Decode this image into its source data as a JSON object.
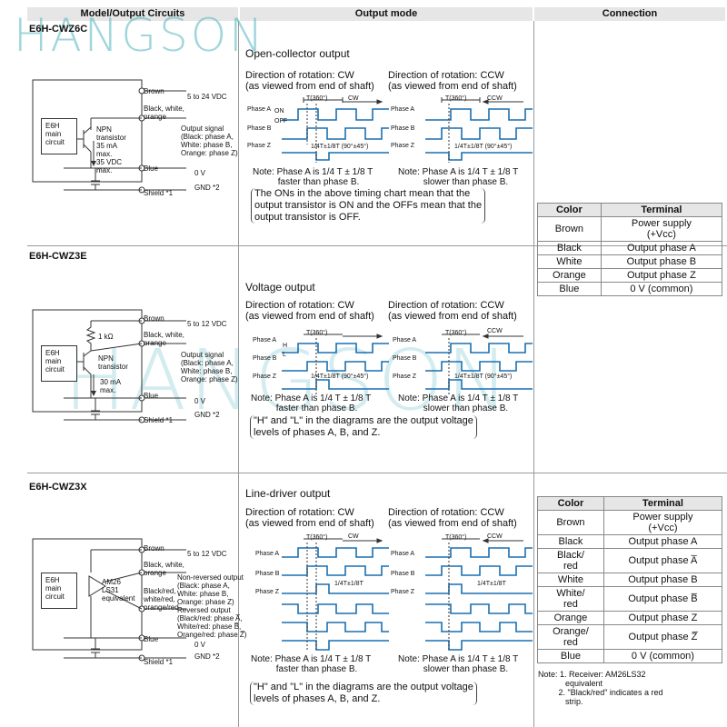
{
  "header": {
    "col1": "Model/Output Circuits",
    "col2": "Output mode",
    "col3": "Connection"
  },
  "watermark": "HANGSON",
  "common": {
    "dir_cw": "Direction of rotation: CW\n(as viewed from end of shaft)",
    "dir_ccw": "Direction of rotation: CCW\n(as viewed from end of shaft)",
    "note_cw": "Note: Phase A is 1/4 T ± 1/8 T\n          faster than phase B.",
    "note_ccw": "Note: Phase A is 1/4 T ± 1/8 T\n          slower than phase B.",
    "t360": "T(360°)",
    "cw": "CW",
    "ccw": "CCW",
    "quarter": "1/4T±1/8T (90°±45°)",
    "quarter_short": "1/4T±1/8T",
    "main_circuit": "E6H\nmain\ncircuit",
    "brown": "Brown",
    "blue": "Blue",
    "zero_v": "0 V",
    "gnd": "GND *2",
    "shield": "Shield *1",
    "bwo": "Black, white,\norange",
    "output_signal": "Output signal\n(Black: phase A,\nWhite: phase B,\nOrange: phase Z)"
  },
  "sections": [
    {
      "model": "E6H-CWZ6C",
      "mode": "Open-collector output",
      "supply": "5 to 24 VDC",
      "transistor": "NPN\ntransistor\n35 mA\nmax.\n35 VDC\nmax.",
      "phase_a": "Phase A",
      "phase_b": "Phase B",
      "phase_z": "Phase Z",
      "on": "ON",
      "off": "OFF",
      "explanation": "The ONs in the above timing chart mean that the\noutput transistor is ON and the OFFs mean that the\noutput transistor is OFF."
    },
    {
      "model": "E6H-CWZ3E",
      "mode": "Voltage output",
      "supply": "5 to 12 VDC",
      "resistor": "1 kΩ",
      "transistor": "NPN\ntransistor",
      "max_current": "30 mA\nmax.",
      "h": "H",
      "l": "L",
      "explanation": "\"H\" and \"L\" in the diagrams are the output voltage\nlevels of phases A, B, and Z."
    },
    {
      "model": "E6H-CWZ3X",
      "mode": "Line-driver output",
      "supply": "5 to 12 VDC",
      "driver": "AM26\nLS31\nequivalent",
      "non_reversed": "Non-reversed output\n(Black: phase A,\nWhite: phase B,\nOrange: phase Z)",
      "reversed_colors": "Black/red,\nwhite/red,\norange/red",
      "reversed": "Reversed output\n(Black/red: phase A̅,\nWhite/red: phase B̅,\nOrange/red: phase Z̅)",
      "explanation": "\"H\" and \"L\" in the diagrams are the output voltage\nlevels of phases A, B, and Z."
    }
  ],
  "table1": {
    "headers": [
      "Color",
      "Terminal"
    ],
    "rows": [
      [
        "Brown",
        "Power supply\n(+Vcc)"
      ],
      [
        "Black",
        "Output phase A"
      ],
      [
        "White",
        "Output phase B"
      ],
      [
        "Orange",
        "Output phase Z"
      ],
      [
        "Blue",
        "0 V (common)"
      ]
    ]
  },
  "table2": {
    "headers": [
      "Color",
      "Terminal"
    ],
    "rows": [
      [
        "Brown",
        "Power supply\n(+Vcc)"
      ],
      [
        "Black",
        "Output phase A"
      ],
      [
        "Black/\nred",
        "Output phase A̅"
      ],
      [
        "White",
        "Output phase B"
      ],
      [
        "White/\nred",
        "Output phase B̅"
      ],
      [
        "Orange",
        "Output phase Z"
      ],
      [
        "Orange/\nred",
        "Output phase Z̅"
      ],
      [
        "Blue",
        "0 V (common)"
      ]
    ],
    "note": "Note: 1. Receiver: AM26LS32\n            equivalent\n         2. \"Black/red\" indicates a red\n            strip."
  }
}
